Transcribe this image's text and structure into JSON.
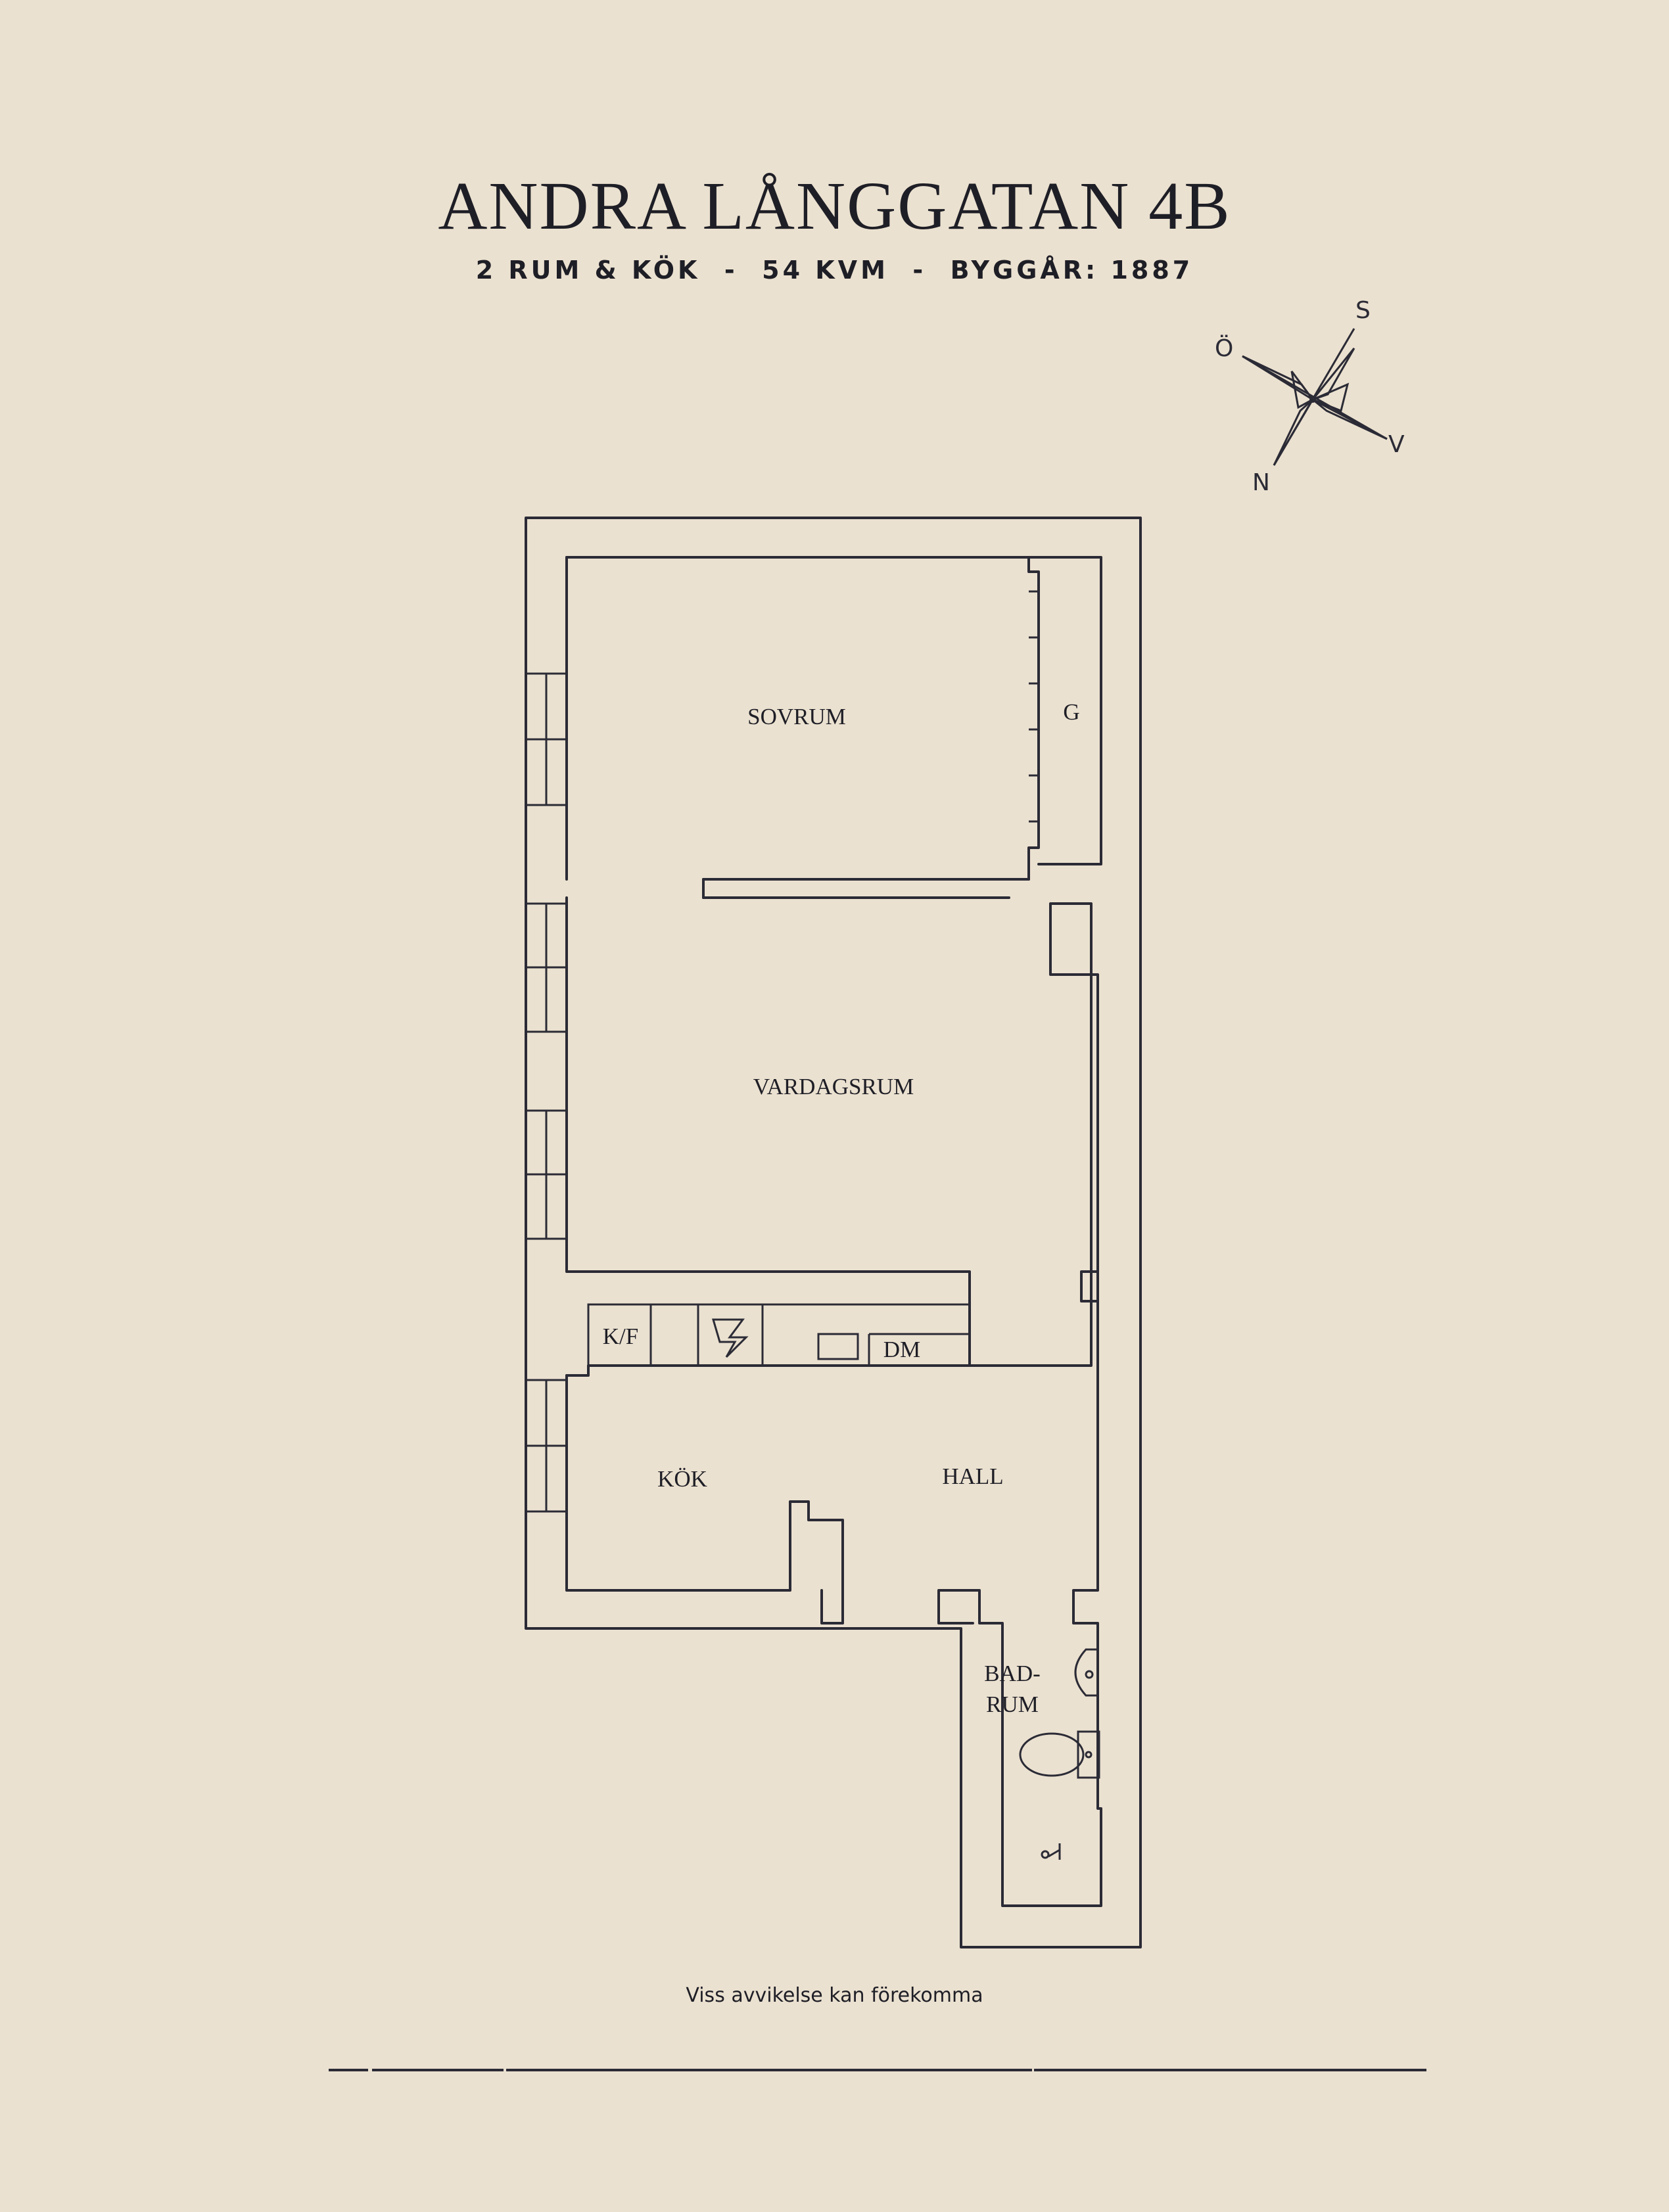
{
  "header": {
    "title": "ANDRA LÅNGGATAN 4B",
    "subtitle": "2 RUM & KÖK  -  54 KVM  -  BYGGÅR: 1887"
  },
  "compass": {
    "s": "S",
    "o": "Ö",
    "v": "V",
    "n": "N"
  },
  "rooms": {
    "sovrum": "SOVRUM",
    "garderob": "G",
    "vardagsrum": "VARDAGSRUM",
    "kf": "K/F",
    "dm": "DM",
    "kok": "KÖK",
    "hall": "HALL",
    "badrum_line1": "BAD-",
    "badrum_line2": "RUM"
  },
  "footer": {
    "disclaimer": "Viss avvikelse kan förekomma"
  },
  "colors": {
    "background": "#ebe1d0",
    "ink": "#2b2b36"
  }
}
